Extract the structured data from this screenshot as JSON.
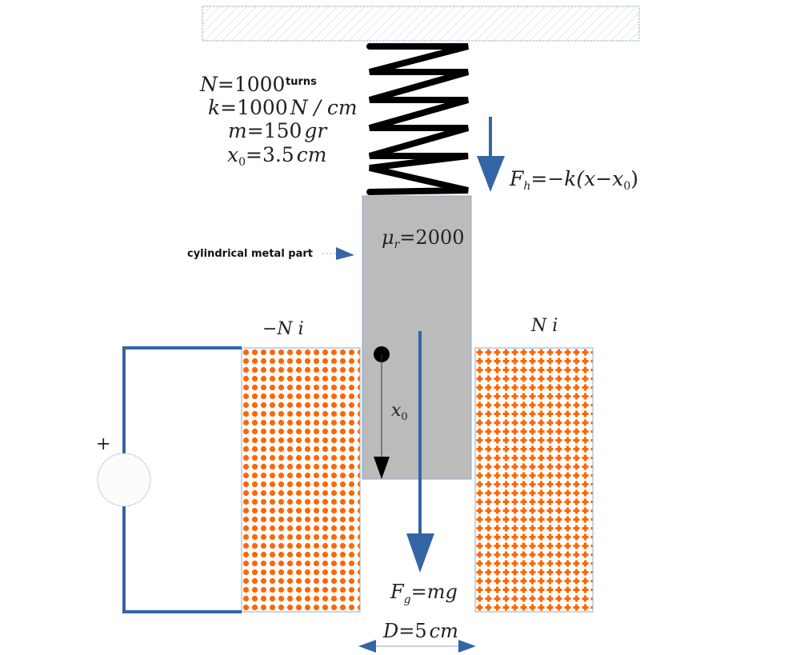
{
  "diagram": {
    "title": "Solenoid actuator with suspended cylindrical plunger",
    "parameters": {
      "N": {
        "symbol": "N",
        "eq": "=",
        "value": "1000",
        "unit": "turns"
      },
      "k": {
        "symbol": "k",
        "eq": "=",
        "value": "1000",
        "unit": "N / cm"
      },
      "m": {
        "symbol": "m",
        "eq": "=",
        "value": "150",
        "unit": "gr"
      },
      "x0": {
        "symbol": "x",
        "sub": "0",
        "eq": "=",
        "value": "3.5",
        "unit": "cm"
      }
    },
    "spring_force": {
      "symbol": "F",
      "sub": "h",
      "expr": "=−k(x−x",
      "expr_sub": "0",
      "expr_end": ")"
    },
    "plunger": {
      "label": "cylindrical metal part",
      "permeability": {
        "symbol": "μ",
        "sub": "r",
        "expr": "=2000"
      },
      "color": "#bbbbbb"
    },
    "coil_left": {
      "label": "−N i",
      "pattern": "dots"
    },
    "coil_right": {
      "label": "N i",
      "pattern": "plus"
    },
    "displacement": {
      "symbol": "x",
      "sub": "0"
    },
    "gravity_force": {
      "symbol": "F",
      "sub": "g",
      "expr": "=mg"
    },
    "diameter": {
      "symbol": "D",
      "expr": "=5",
      "unit": "cm"
    },
    "source": {
      "polarity": "+"
    },
    "colors": {
      "accent": "#3465a4",
      "coil": "#ff6600",
      "plunger": "#bbbbbb",
      "spring": "#000000",
      "ceiling": "#b0c4de"
    }
  }
}
